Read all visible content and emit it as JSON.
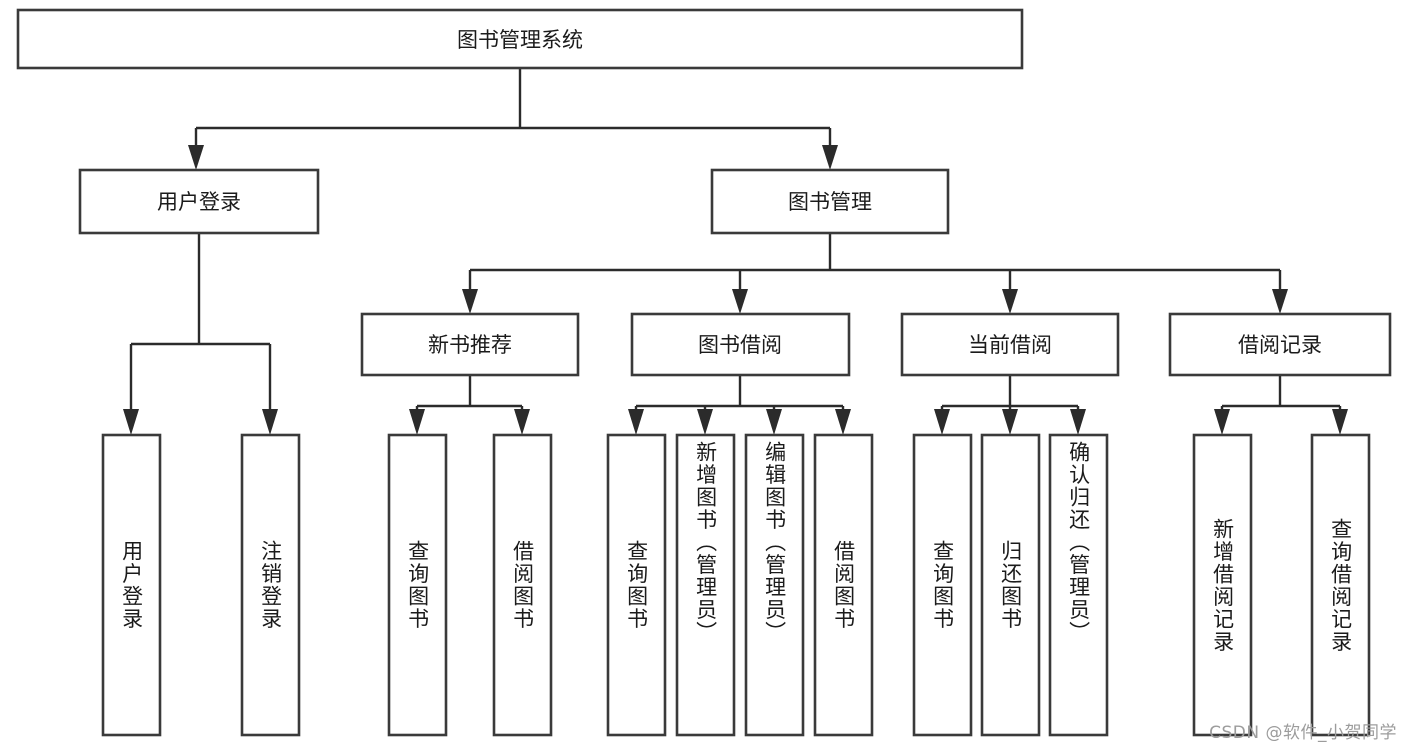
{
  "diagram": {
    "type": "tree-hierarchy-chart",
    "title": "图书管理系统",
    "background_color": "#ffffff",
    "line_color": "#2b2b2b",
    "box_fill": "#ffffff",
    "box_stroke": "#3a3a3a",
    "text_color": "#1b1b1b"
  },
  "root": {
    "label": "图书管理系统"
  },
  "level1": [
    {
      "id": "user-login",
      "label": "用户登录"
    },
    {
      "id": "book-management",
      "label": "图书管理"
    }
  ],
  "level2": [
    {
      "id": "new-book-recommend",
      "label": "新书推荐",
      "parent": "book-management"
    },
    {
      "id": "book-borrow",
      "label": "图书借阅",
      "parent": "book-management"
    },
    {
      "id": "current-borrow",
      "label": "当前借阅",
      "parent": "book-management"
    },
    {
      "id": "borrow-record",
      "label": "借阅记录",
      "parent": "book-management"
    }
  ],
  "leaves": {
    "user_login": [
      {
        "id": "leaf-user-login",
        "label": "用户登录"
      },
      {
        "id": "leaf-logout-login",
        "label": "注销登录"
      }
    ],
    "new_book_recommend": [
      {
        "id": "leaf-query-book-1",
        "label": "查询图书"
      },
      {
        "id": "leaf-borrow-book-1",
        "label": "借阅图书"
      }
    ],
    "book_borrow": [
      {
        "id": "leaf-query-book-2",
        "label": "查询图书"
      },
      {
        "id": "leaf-add-book",
        "label": "新增图书（管理员）"
      },
      {
        "id": "leaf-edit-book",
        "label": "编辑图书（管理员）"
      },
      {
        "id": "leaf-borrow-book-2",
        "label": "借阅图书"
      }
    ],
    "current_borrow": [
      {
        "id": "leaf-query-book-3",
        "label": "查询图书"
      },
      {
        "id": "leaf-return-book",
        "label": "归还图书"
      },
      {
        "id": "leaf-confirm-return",
        "label": "确认归还（管理员）"
      }
    ],
    "borrow_record": [
      {
        "id": "leaf-add-borrow-record",
        "label": "新增借阅记录"
      },
      {
        "id": "leaf-query-borrow-record",
        "label": "查询借阅记录"
      }
    ]
  },
  "watermark": {
    "text": "CSDN @软件_小贺同学"
  }
}
